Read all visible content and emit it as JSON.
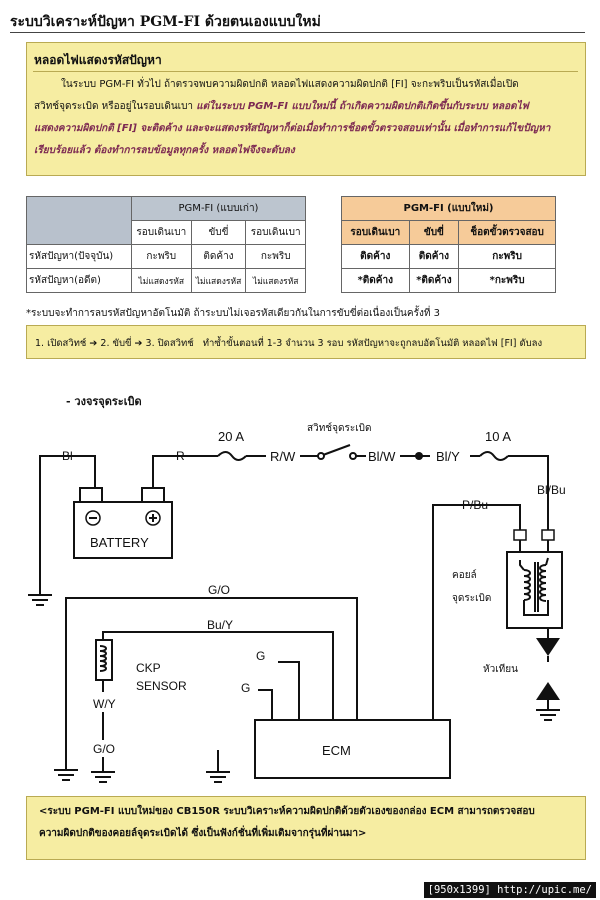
{
  "title": "ระบบวิเคราะห์ปัญหา PGM-FI ด้วยตนเองแบบใหม่",
  "intro": {
    "heading": "หลอดไฟแสดงรหัสปัญหา",
    "line1": "ในระบบ PGM-FI ทั่วไป ถ้าตรวจพบความผิดปกติ หลอดไฟแสดงความผิดปกติ [FI] จะกะพริบเป็นรหัสเมื่อเปิด",
    "line2_plain": "สวิทช์จุดระเบิด หรืออยู่ในรอบเดินเบา ",
    "line2_ital": "แต่ในระบบ PGM-FI แบบใหม่นี้ ถ้าเกิดความผิดปกติเกิดขึ้นกับระบบ หลอดไฟ",
    "line3": "แสดงความผิดปกติ [FI] จะติดค้าง และจะแสดงรหัสปัญหาก็ต่อเมื่อทำการช็อตขั้วตรวจสอบเท่านั้น เมื่อทำการแก้ไขปัญหา",
    "line4": "เรียบร้อยแล้ว ต้องทำการลบข้อมูลทุกครั้ง หลอดไฟจึงจะดับลง"
  },
  "old_table": {
    "header": "PGM-FI (แบบเก่า)",
    "columns": [
      "รอบเดินเบา",
      "ขับขี่",
      "รอบเดินเบา"
    ],
    "rows": [
      {
        "label": "รหัสปัญหา(ปัจจุบัน)",
        "cells": [
          "กะพริบ",
          "ติดค้าง",
          "กะพริบ"
        ]
      },
      {
        "label": "รหัสปัญหา(อดีต)",
        "cells": [
          "ไม่แสดงรหัส",
          "ไม่แสดงรหัส",
          "ไม่แสดงรหัส"
        ]
      }
    ]
  },
  "new_table": {
    "header": "PGM-FI (แบบใหม่)",
    "columns": [
      "รอบเดินเบา",
      "ขับขี่",
      "ช็อตขั้วตรวจสอบ"
    ],
    "rows": [
      [
        "ติดค้าง",
        "ติดค้าง",
        "กะพริบ"
      ],
      [
        "*ติดค้าง",
        "*ติดค้าง",
        "*กะพริบ"
      ]
    ]
  },
  "note": "*ระบบจะทำการลบรหัสปัญหาอัตโนมัติ ถ้าระบบไม่เจอรหัสเดียวกันในการขับขี่ต่อเนื่องเป็นครั้งที่ 3",
  "steps": {
    "s1": "1. เปิดสวิทช์",
    "s2": "2. ขับขี่",
    "s3": "3. ปิดสวิทช์",
    "rest": "ทำซ้ำขั้นตอนที่ 1-3 จำนวน 3 รอบ รหัสปัญหาจะถูกลบอัตโนมัติ หลอดไฟ [FI] ดับลง"
  },
  "circuit_label": "- วงจรจุดระเบิด",
  "diagram": {
    "wire_bl": "Bl",
    "wire_r": "R",
    "fuse_20": "20 A",
    "ign_switch": "สวิทช์จุดระเบิด",
    "wire_rw": "R/W",
    "wire_blw": "Bl/W",
    "wire_bly": "Bl/Y",
    "fuse_10": "10 A",
    "wire_blbu": "Bl/Bu",
    "wire_pbu": "P/Bu",
    "battery": "BATTERY",
    "coil_line1": "คอยล์",
    "coil_line2": "จุดระเบิด",
    "spark_plug": "หัวเทียน",
    "wire_go": "G/O",
    "wire_buy": "Bu/Y",
    "wire_g1": "G",
    "wire_g2": "G",
    "ckp_line1": "CKP",
    "ckp_line2": "SENSOR",
    "wire_wy": "W/Y",
    "wire_go2": "G/O",
    "ecm": "ECM"
  },
  "bottom_note": {
    "line1": "<ระบบ PGM-FI แบบใหม่ของ CB150R ระบบวิเคราะห์ความผิดปกติด้วยตัวเองของกล่อง ECM สามารถตรวจสอบ",
    "line2": "ความผิดปกติของคอยล์จุดระเบิดได้ ซึ่งเป็นฟังก์ชั่นที่เพิ่มเติมจากรุ่นที่ผ่านมา>"
  },
  "watermark": "[950x1399] http://upic.me/",
  "colors": {
    "yellow_box": "#f6eda2",
    "peach_header": "#f6cb99",
    "gray_header": "#bcc5cf"
  }
}
